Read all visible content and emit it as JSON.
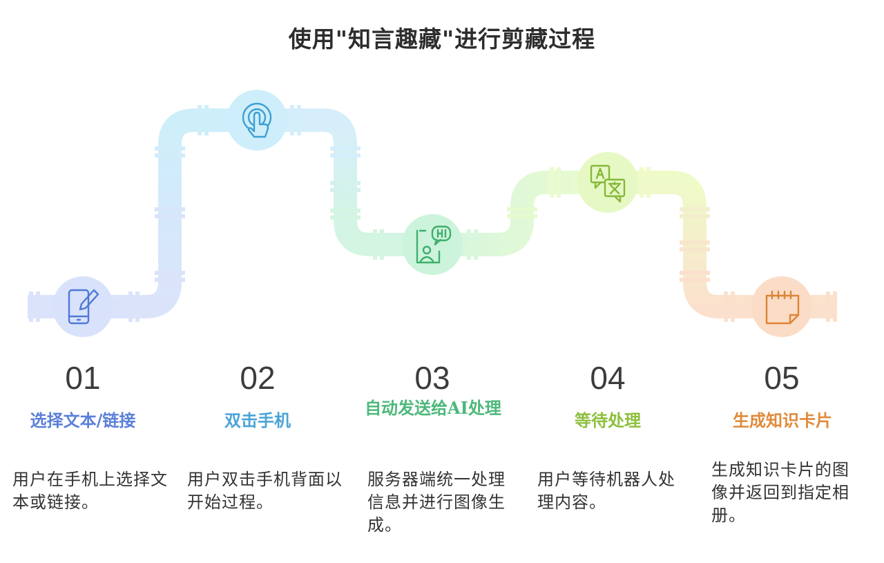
{
  "title": "使用\"知言趣藏\"进行剪藏过程",
  "steps": [
    {
      "num": "01",
      "label": "选择文本/链接",
      "desc": "用户在手机上选择文本或链接。",
      "color": "#5b7fd8",
      "icon": "phone-edit-icon"
    },
    {
      "num": "02",
      "label": "双击手机",
      "desc": "用户双击手机背面以开始过程。",
      "color": "#4aa3d6",
      "icon": "tap-gesture-icon"
    },
    {
      "num": "03",
      "label": "自动发送给AI处理",
      "desc": "服务器端统一处理信息并进行图像生成。",
      "color": "#4cb87a",
      "icon": "chat-user-icon"
    },
    {
      "num": "04",
      "label": "等待处理",
      "desc": "用户等待机器人处理内容。",
      "color": "#8cbf3c",
      "icon": "translate-icon"
    },
    {
      "num": "05",
      "label": "生成知识卡片",
      "desc": "生成知识卡片的图像并返回到指定相册。",
      "color": "#e08a3a",
      "icon": "notepad-icon"
    }
  ]
}
